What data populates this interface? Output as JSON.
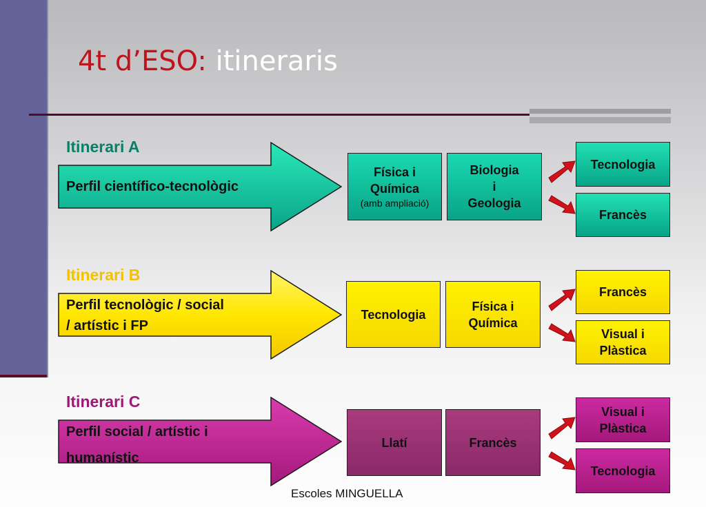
{
  "title": {
    "part1": "4t d’ESO:",
    "part2": "itineraris"
  },
  "colors": {
    "title_red": "#c0141c",
    "teal": "#0aa388",
    "yellow": "#f5d800",
    "magenta": "#a4197c",
    "arrow_red": "#d0121a"
  },
  "itineraries": [
    {
      "label": "Itinerari A",
      "label_color": "#0a7e68",
      "profile": [
        "Perfil científico-tecnològic"
      ],
      "boxes": [
        {
          "lines": [
            "Física i",
            "Química"
          ],
          "sub": "(amb ampliació)"
        },
        {
          "lines": [
            "Biologia",
            "i",
            "Geologia"
          ]
        }
      ],
      "options": [
        "Tecnologia",
        "Francès"
      ]
    },
    {
      "label": "Itinerari B",
      "label_color": "#f2c200",
      "profile": [
        "Perfil tecnològic / social",
        "/ artístic  i FP"
      ],
      "boxes": [
        {
          "lines": [
            "Tecnologia"
          ]
        },
        {
          "lines": [
            "Física i",
            "Química"
          ]
        }
      ],
      "options": [
        "Francès",
        "Visual i Plàstica"
      ]
    },
    {
      "label": "Itinerari C",
      "label_color": "#9a1a72",
      "profile": [
        "Perfil social / artístic i",
        "humanístic"
      ],
      "boxes": [
        {
          "lines": [
            "Llatí"
          ]
        },
        {
          "lines": [
            "Francès"
          ]
        }
      ],
      "options": [
        "Visual i Plàstica",
        "Tecnologia"
      ]
    }
  ],
  "footer": "Escoles MINGUELLA"
}
